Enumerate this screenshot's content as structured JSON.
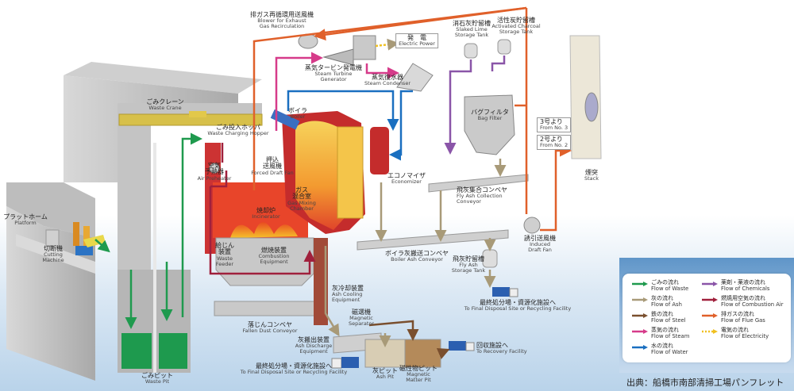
{
  "labels": {
    "blower_egr": {
      "jp": "排ガス再循環用送風機",
      "en1": "Blower for Exhaust",
      "en2": "Gas Recirculation"
    },
    "electric_power": {
      "jp": "発　電",
      "en": "Electric Power"
    },
    "steam_turbine": {
      "jp": "蒸気タービン発電機",
      "en1": "Steam Turbine",
      "en2": "Generator"
    },
    "steam_condenser": {
      "jp": "蒸気復水器",
      "en": "Steam Condenser"
    },
    "slaked_lime": {
      "jp": "消石灰貯留槽",
      "en1": "Slaked Lime",
      "en2": "Storage Tank"
    },
    "activated_charcoal": {
      "jp": "活性炭貯留槽",
      "en1": "Activated Charcoal",
      "en2": "Storage Tank"
    },
    "stack": {
      "jp": "煙突",
      "en": "Stack"
    },
    "from_no3": {
      "jp": "3号より",
      "en": "From No. 3"
    },
    "from_no2": {
      "jp": "2号より",
      "en": "From No. 2"
    },
    "waste_crane": {
      "jp": "ごみクレーン",
      "en": "Waste Crane"
    },
    "charging_hopper": {
      "jp": "ごみ投入ホッパ",
      "en": "Waste Charging Hopper"
    },
    "boiler": {
      "jp": "ボイラ",
      "en": "Boiler"
    },
    "bag_filter": {
      "jp": "バグフィルタ",
      "en": "Bag Filter"
    },
    "air_preheater": {
      "jp1": "空気",
      "jp2": "予熱器",
      "en": "Air Preheater"
    },
    "forced_draft_fan": {
      "jp1": "押込",
      "jp2": "送風機",
      "en": "Forced Draft Fan"
    },
    "gas_mixing": {
      "jp1": "ガス",
      "jp2": "混合室",
      "en1": "Gas Mixing",
      "en2": "Chamber"
    },
    "economizer": {
      "jp": "エコノマイザ",
      "en": "Economizer"
    },
    "fly_ash_conveyor": {
      "jp": "飛灰集合コンベヤ",
      "en1": "Fly Ash Collection",
      "en2": "Conveyor"
    },
    "incinerator": {
      "jp": "焼却炉",
      "en": "Incinerator"
    },
    "platform": {
      "jp": "プラットホーム",
      "en": "Platform"
    },
    "cutting_machine": {
      "jp": "切断機",
      "en1": "Cutting",
      "en2": "Machine"
    },
    "waste_feeder": {
      "jp1": "給じん",
      "jp2": "装置",
      "en1": "Waste",
      "en2": "Feeder"
    },
    "combustion_equipment": {
      "jp": "燃焼装置",
      "en1": "Combustion",
      "en2": "Equipment"
    },
    "boiler_ash_conveyor": {
      "jp": "ボイラ灰搬送コンベヤ",
      "en": "Boiler Ash Conveyor"
    },
    "fly_ash_tank": {
      "jp": "飛灰貯留槽",
      "en1": "Fly Ash",
      "en2": "Storage Tank"
    },
    "induced_draft_fan": {
      "jp": "誘引送風機",
      "en1": "Induced",
      "en2": "Draft Fan"
    },
    "ash_cooling": {
      "jp": "灰冷却装置",
      "en1": "Ash Cooling",
      "en2": "Equipment"
    },
    "final_disposal_right": {
      "jp": "最終処分場・資源化施設へ",
      "en": "To Final Disposal Site or Recycling Facility"
    },
    "magnetic_separator": {
      "jp": "磁選機",
      "en1": "Magnetic",
      "en2": "Separator"
    },
    "fallen_dust_conveyor": {
      "jp": "落じんコンベヤ",
      "en": "Fallen Dust Conveyor"
    },
    "ash_discharge": {
      "jp": "灰搬出装置",
      "en1": "Ash Discharge",
      "en2": "Equipment"
    },
    "recovery_facility": {
      "jp": "回収施設へ",
      "en": "To Recovery Facility"
    },
    "final_disposal_bottom": {
      "jp": "最終処分場・資源化施設へ",
      "en": "To Final Disposal Site or Recycling Facility"
    },
    "ash_pit": {
      "jp": "灰ピット",
      "en": "Ash Pit"
    },
    "magnetic_pit": {
      "jp": "磁性物ピット",
      "en1": "Magnetic",
      "en2": "Matter Pit"
    },
    "waste_pit": {
      "jp": "ごみピット",
      "en": "Waste Pit"
    }
  },
  "legend": [
    {
      "jp": "ごみの流れ",
      "en": "Flow of Waste",
      "color": "#1f9a4e",
      "style": "solid"
    },
    {
      "jp": "灰の流れ",
      "en": "Flow of Ash",
      "color": "#a89a78",
      "style": "solid"
    },
    {
      "jp": "鉄の流れ",
      "en": "Flow of Steel",
      "color": "#7a4f2e",
      "style": "solid"
    },
    {
      "jp": "蒸気の流れ",
      "en": "Flow of Steam",
      "color": "#d63b8a",
      "style": "solid"
    },
    {
      "jp": "水の流れ",
      "en": "Flow of Water",
      "color": "#1a6fc0",
      "style": "solid"
    },
    {
      "jp": "薬剤・薬液の流れ",
      "en": "Flow of Chemicals",
      "color": "#8a55a8",
      "style": "solid"
    },
    {
      "jp": "燃焼用空気の流れ",
      "en": "Flow of Combustion Air",
      "color": "#a0203c",
      "style": "solid"
    },
    {
      "jp": "排ガスの流れ",
      "en": "Flow of Flue Gas",
      "color": "#e0602a",
      "style": "solid"
    },
    {
      "jp": "電気の流れ",
      "en": "Flow of Electricity",
      "color": "#f0c020",
      "style": "dotted"
    }
  ],
  "source": "出典：船橋市南部清掃工場パンフレット"
}
